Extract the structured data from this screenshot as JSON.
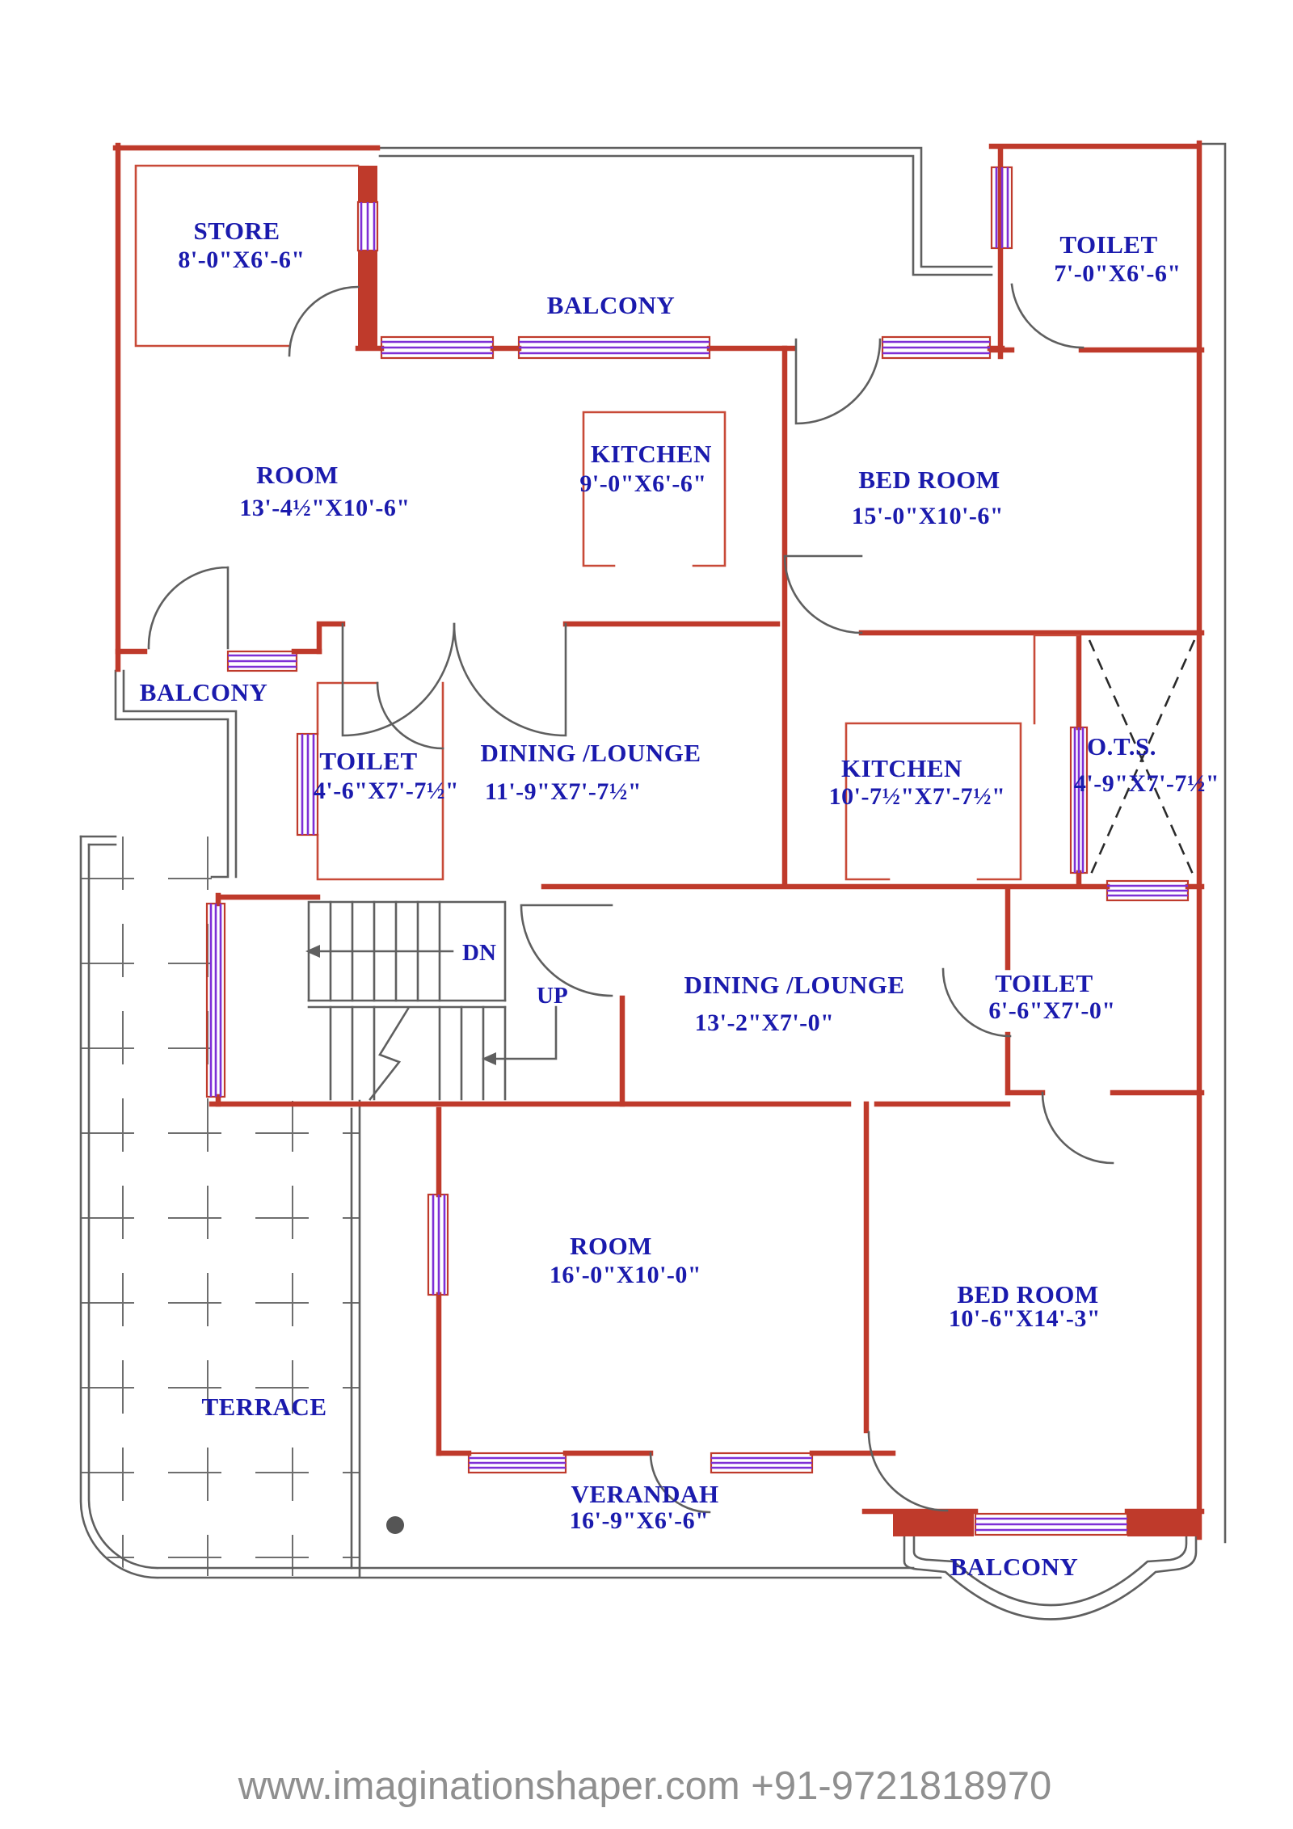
{
  "colors": {
    "wall_red": "#bf3a2b",
    "window_purple": "#7e2fd6",
    "label_blue": "#1a1aad",
    "line_gray": "#5f5f5f",
    "watermark_gray": "#8f8f8f"
  },
  "rooms": [
    {
      "id": "store",
      "name": "STORE",
      "dims": "8'-0\"X6'-6\""
    },
    {
      "id": "balcony-top",
      "name": "BALCONY",
      "dims": ""
    },
    {
      "id": "toilet-top-right",
      "name": "TOILET",
      "dims": "7'-0\"X6'-6\""
    },
    {
      "id": "room-13",
      "name": "ROOM",
      "dims": "13'-4½\"X10'-6\""
    },
    {
      "id": "kitchen-9",
      "name": "KITCHEN",
      "dims": "9'-0\"X6'-6\""
    },
    {
      "id": "bed-room-15",
      "name": "BED ROOM",
      "dims": "15'-0\"X10'-6\""
    },
    {
      "id": "balcony-left",
      "name": "BALCONY",
      "dims": ""
    },
    {
      "id": "toilet-4-6",
      "name": "TOILET",
      "dims": "4'-6\"X7'-7½\""
    },
    {
      "id": "dining-11-9",
      "name": "DINING /LOUNGE",
      "dims": "11'-9\"X7'-7½\""
    },
    {
      "id": "kitchen-10-7",
      "name": "KITCHEN",
      "dims": "10'-7½\"X7'-7½\""
    },
    {
      "id": "ots",
      "name": "O.T.S.",
      "dims": "4'-9\"X7'-7½\""
    },
    {
      "id": "dining-13-2",
      "name": "DINING /LOUNGE",
      "dims": "13'-2\"X7'-0\""
    },
    {
      "id": "toilet-6-6",
      "name": "TOILET",
      "dims": "6'-6\"X7'-0\""
    },
    {
      "id": "room-16",
      "name": "ROOM",
      "dims": "16'-0\"X10'-0\""
    },
    {
      "id": "bed-room-10-6",
      "name": "BED ROOM",
      "dims": "10'-6\"X14'-3\""
    },
    {
      "id": "terrace",
      "name": "TERRACE",
      "dims": ""
    },
    {
      "id": "verandah",
      "name": "VERANDAH",
      "dims": "16'-9\"X6'-6\""
    },
    {
      "id": "balcony-bottom",
      "name": "BALCONY",
      "dims": ""
    }
  ],
  "stairs": {
    "down_label": "DN",
    "up_label": "UP"
  },
  "watermark": "www.imaginationshaper.com +91-9721818970"
}
